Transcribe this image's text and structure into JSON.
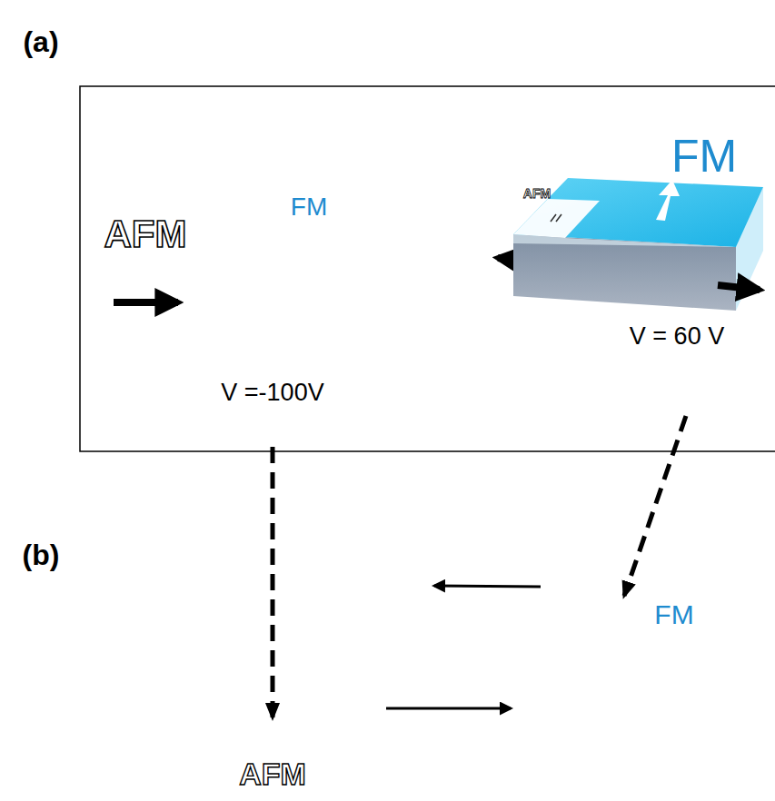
{
  "diagram": {
    "labels": [
      "(a)",
      "AFM",
      "FM",
      "AFM",
      "FM",
      "V = 60 V",
      "V =-100V",
      "(b)",
      "FM",
      "AFM"
    ]
  }
}
